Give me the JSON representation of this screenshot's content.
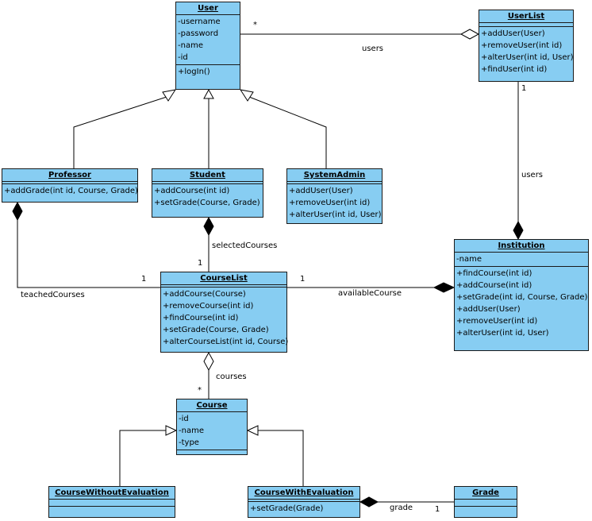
{
  "classes": {
    "user": {
      "name": "User",
      "attributes": [
        "-username",
        "-password",
        "-name",
        "-id"
      ],
      "methods": [
        "+logIn()"
      ]
    },
    "userlist": {
      "name": "UserList",
      "attributes": [],
      "methods": [
        "+addUser(User)",
        "+removeUser(int id)",
        "+alterUser(int id, User)",
        "+findUser(int id)"
      ]
    },
    "professor": {
      "name": "Professor",
      "attributes": [],
      "methods": [
        "+addGrade(int id, Course, Grade)"
      ]
    },
    "student": {
      "name": "Student",
      "attributes": [],
      "methods": [
        "+addCourse(int id)",
        "+setGrade(Course, Grade)"
      ]
    },
    "systemadmin": {
      "name": "SystemAdmin",
      "attributes": [],
      "methods": [
        "+addUser(User)",
        "+removeUser(int id)",
        "+alterUser(int id, User)"
      ]
    },
    "institution": {
      "name": "Institution",
      "attributes": [
        "-name"
      ],
      "methods": [
        "+findCourse(int id)",
        "+addCourse(int id)",
        "+setGrade(int id, Course, Grade)",
        "+addUser(User)",
        "+removeUser(int id)",
        "+alterUser(int id, User)"
      ]
    },
    "courselist": {
      "name": "CourseList",
      "attributes": [],
      "methods": [
        "+addCourse(Course)",
        "+removeCourse(int id)",
        "+findCourse(int id)",
        "+setGrade(Course, Grade)",
        "+alterCourseList(int id, Course)"
      ]
    },
    "course": {
      "name": "Course",
      "attributes": [
        "-id",
        "-name",
        "-type"
      ],
      "methods": []
    },
    "coursewithout": {
      "name": "CourseWithoutEvaluation",
      "attributes": [],
      "methods": []
    },
    "coursewith": {
      "name": "CourseWithEvaluation",
      "attributes": [],
      "methods": [
        "+setGrade(Grade)"
      ]
    },
    "grade": {
      "name": "Grade",
      "attributes": [],
      "methods": []
    }
  },
  "labels": {
    "users_top": "users",
    "users_side": "users",
    "selected_courses": "selectedCourses",
    "teached_courses": "teachedCourses",
    "available_course": "availableCourse",
    "courses": "courses",
    "grade": "grade",
    "mult_user_star": "*",
    "mult_userlist_one": "1",
    "mult_selected_one": "1",
    "mult_teached_one": "1",
    "mult_available_one": "1",
    "mult_courses_star": "*",
    "mult_grade_one": "1"
  }
}
